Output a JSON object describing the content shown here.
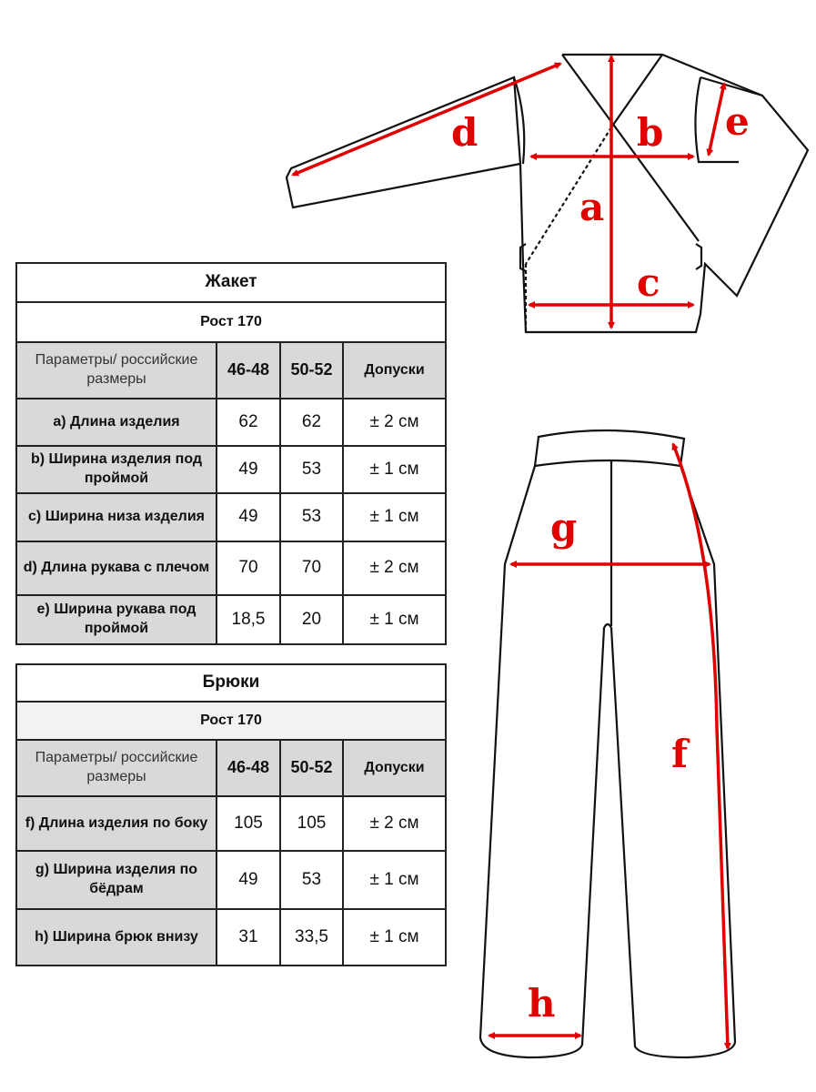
{
  "jacket": {
    "title": "Жакет",
    "height": "Рост 170",
    "header": {
      "params": "Параметры/ российские размеры",
      "size1": "46-48",
      "size2": "50-52",
      "tolerance": "Допуски"
    },
    "rows": [
      {
        "param": "a) Длина изделия",
        "s1": "62",
        "s2": "62",
        "tol": "± 2 см"
      },
      {
        "param": "b) Ширина изделия под проймой",
        "s1": "49",
        "s2": "53",
        "tol": "± 1 см"
      },
      {
        "param": "c) Ширина низа изделия",
        "s1": "49",
        "s2": "53",
        "tol": "± 1 см"
      },
      {
        "param": "d) Длина рукава с плечом",
        "s1": "70",
        "s2": "70",
        "tol": "± 2 см"
      },
      {
        "param": "e) Ширина рукава под проймой",
        "s1": "18,5",
        "s2": "20",
        "tol": "± 1 см"
      }
    ]
  },
  "pants": {
    "title": "Брюки",
    "height": "Рост 170",
    "header": {
      "params": "Параметры/ российские размеры",
      "size1": "46-48",
      "size2": "50-52",
      "tolerance": "Допуски"
    },
    "rows": [
      {
        "param": "f) Длина изделия по боку",
        "s1": "105",
        "s2": "105",
        "tol": "± 2 см"
      },
      {
        "param": "g) Ширина изделия по бёдрам",
        "s1": "49",
        "s2": "53",
        "tol": "± 1 см"
      },
      {
        "param": "h) Ширина брюк внизу",
        "s1": "31",
        "s2": "33,5",
        "tol": "± 1 см"
      }
    ]
  },
  "labels": {
    "a": "a",
    "b": "b",
    "c": "c",
    "d": "d",
    "e": "e",
    "f": "f",
    "g": "g",
    "h": "h"
  },
  "colors": {
    "arrow": "#e00000",
    "header_bg": "#d9d9d9"
  }
}
